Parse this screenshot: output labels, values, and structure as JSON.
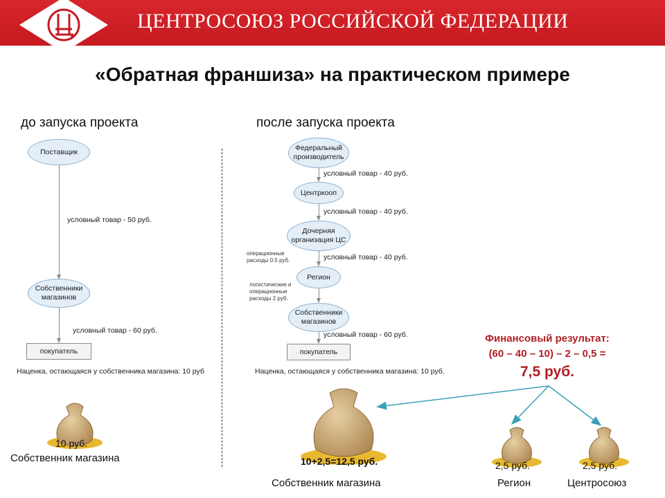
{
  "header": {
    "title": "ЦЕНТРОСОЮЗ РОССИЙСКОЙ ФЕДЕРАЦИИ"
  },
  "slide_title": "«Обратная франшиза» на практическом примере",
  "left": {
    "heading": "до запуска проекта",
    "nodes": [
      "Поставщик",
      "Собственники магазинов",
      "покупатель"
    ],
    "flow_labels": [
      "условный товар - 50 руб.",
      "условный товар - 60 руб."
    ],
    "margin_note": "Наценка, остающаяся у собственника магазина: 10 руб",
    "bag_amount": "10 руб.",
    "bag_owner": "Собственник магазина"
  },
  "right": {
    "heading": "после запуска проекта",
    "nodes": [
      "Федеральный производитель",
      "Центркооп",
      "Дочерняя организация ЦС",
      "Регион",
      "Собственники магазинов",
      "покупатель"
    ],
    "flow_labels": [
      "условный товар - 40 руб.",
      "условный товар - 40 руб.",
      "условный товар - 40 руб.",
      "условный товар - 60 руб."
    ],
    "side_notes": [
      "операционные расходы 0.5 руб.",
      "логистические и операционные расходы 2 руб."
    ],
    "margin_note": "Наценка, остающаяся у собственника магазина: 10 руб.",
    "financial": {
      "title": "Финансовый результат:",
      "formula": "(60 – 40 – 10) – 2 – 0,5 =",
      "result": "7,5 руб."
    },
    "bags": [
      {
        "amount": "10+2,5=12,5 руб.",
        "owner": "Собственник магазина"
      },
      {
        "amount": "2,5 руб.",
        "owner": "Регион"
      },
      {
        "amount": "2,5 руб.",
        "owner": "Центросоюз"
      }
    ]
  },
  "colors": {
    "header_red": "#c41a20",
    "accent_red": "#b01f24",
    "node_fill": "#e3eef7",
    "node_border": "#8bb0d0",
    "arrow_teal": "#3aa0b8",
    "gold": "#e8b830"
  }
}
